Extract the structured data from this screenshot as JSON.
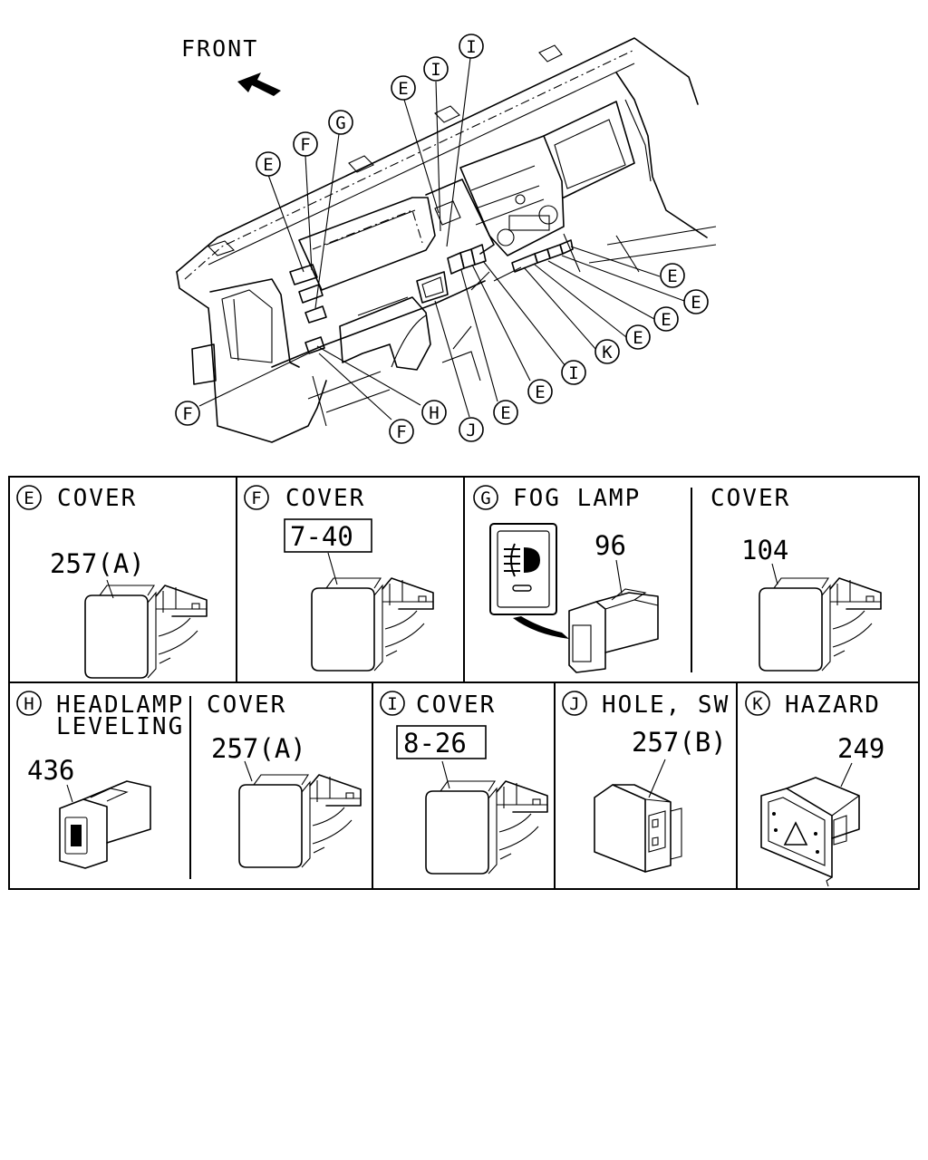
{
  "overview": {
    "front_label": "FRONT",
    "callouts": {
      "e1": "E",
      "f1": "F",
      "g": "G",
      "e2": "E",
      "i1": "I",
      "i2": "I",
      "e3": "E",
      "e4": "E",
      "e5": "E",
      "e6": "E",
      "k": "K",
      "i3": "I",
      "e7": "E",
      "e8": "E",
      "j": "J",
      "h": "H",
      "f2": "F",
      "f3": "F"
    }
  },
  "panels": {
    "e": {
      "letter": "E",
      "title": "COVER",
      "part": "257(A)"
    },
    "f": {
      "letter": "F",
      "title": "COVER",
      "ref": "7-40"
    },
    "g": {
      "letter": "G",
      "title": "FOG LAMP",
      "part": "96",
      "sub_title": "COVER",
      "sub_part": "104"
    },
    "h": {
      "letter": "H",
      "title_line1": "HEADLAMP",
      "title_line2": "LEVELING",
      "part": "436",
      "sub_title": "COVER",
      "sub_part": "257(A)"
    },
    "i": {
      "letter": "I",
      "title": "COVER",
      "ref": "8-26"
    },
    "j": {
      "letter": "J",
      "title": "HOLE, SW",
      "part": "257(B)"
    },
    "k": {
      "letter": "K",
      "title": "HAZARD",
      "part": "249"
    }
  }
}
